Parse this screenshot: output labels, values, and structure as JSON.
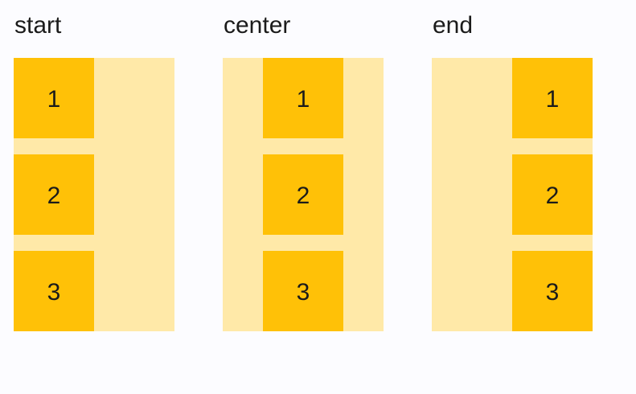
{
  "colors": {
    "background": "#FCFCFF",
    "container": "#FFE9A8",
    "item": "#FFC107",
    "text": "#1B1B1B"
  },
  "columns": [
    {
      "label": "start",
      "align": "start",
      "items": [
        "1",
        "2",
        "3"
      ]
    },
    {
      "label": "center",
      "align": "center",
      "items": [
        "1",
        "2",
        "3"
      ]
    },
    {
      "label": "end",
      "align": "end",
      "items": [
        "1",
        "2",
        "3"
      ]
    }
  ]
}
